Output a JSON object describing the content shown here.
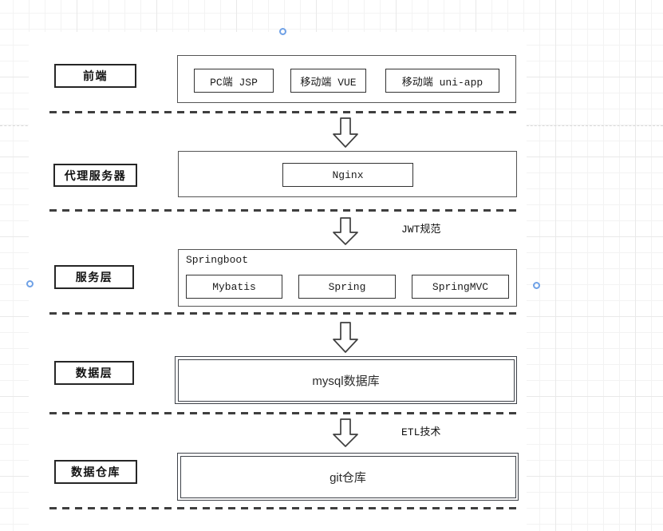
{
  "colors": {
    "accent_blue": "#6fa1e6",
    "shape_border": "#333333",
    "dash_color": "#3f3f3f",
    "grid_line": "#e9e9e9"
  },
  "diagram": {
    "layers": [
      {
        "label": "前端",
        "boxes": [
          "PC端 JSP",
          "移动端 VUE",
          "移动端 uni-app"
        ]
      },
      {
        "label": "代理服务器",
        "boxes": [
          "Nginx"
        ]
      },
      {
        "label": "服务层",
        "container_title": "Springboot",
        "boxes": [
          "Mybatis",
          "Spring",
          "SpringMVC"
        ]
      },
      {
        "label": "数据层",
        "box": "mysql数据库"
      },
      {
        "label": "数据仓库",
        "box": "git仓库"
      }
    ],
    "annotations": [
      {
        "text": "JWT规范"
      },
      {
        "text": "ETL技术"
      }
    ]
  }
}
